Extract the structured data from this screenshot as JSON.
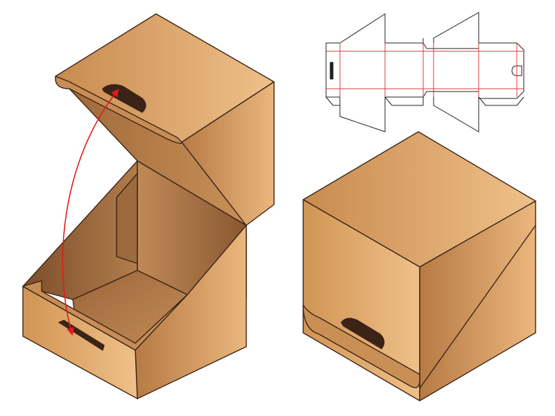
{
  "image": {
    "background": "#ffffff",
    "description_visible_text": ""
  },
  "palette": {
    "outline": "#3b2417",
    "cardboard_light": "#e9b77c",
    "cardboard_mid": "#d49a5c",
    "cardboard_dark": "#a86f3f",
    "interior_dark": "#8c5a33",
    "interior_light": "#c58c57",
    "dieline_cut": "#1f1f1f",
    "dieline_crease": "#e23a3a",
    "motion_arrow": "#e11b1b"
  },
  "diagram": {
    "elements": [
      "open-box-with-lid",
      "closed-box",
      "dieline-template",
      "folding-motion-arrow"
    ]
  }
}
